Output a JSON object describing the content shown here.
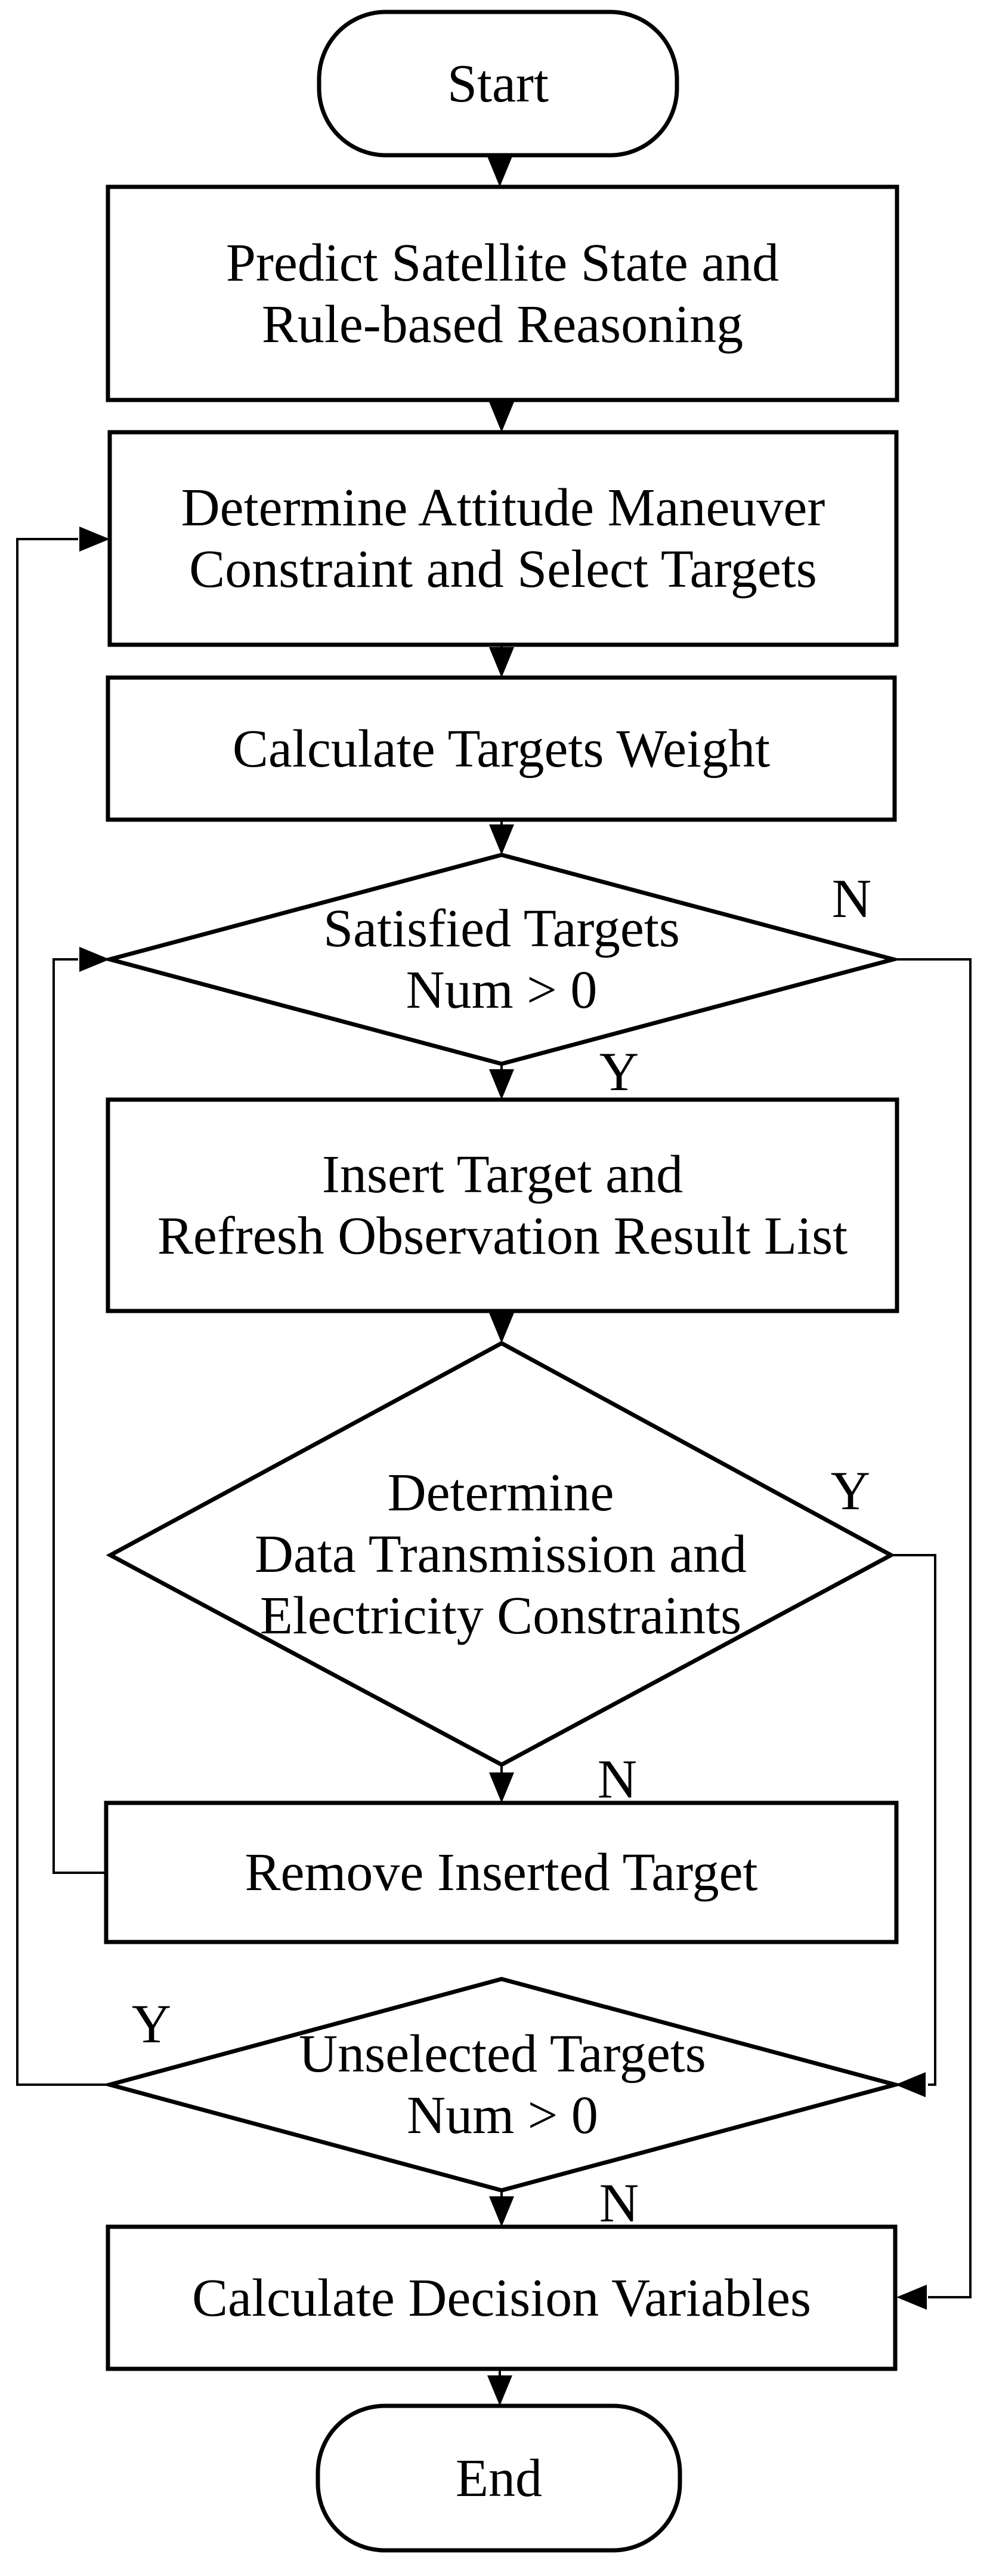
{
  "diagram": {
    "title": "Satellite mission planning flowchart",
    "background_color": "#ffffff",
    "stroke_color": "#000000",
    "nodes": {
      "start": {
        "type": "terminator",
        "label": "Start"
      },
      "predict": {
        "type": "process",
        "label": "Predict Satellite State and\nRule-based Reasoning"
      },
      "determine_attitude": {
        "type": "process",
        "label": "Determine Attitude Maneuver\nConstraint and Select Targets"
      },
      "calc_weight": {
        "type": "process",
        "label": "Calculate Targets Weight"
      },
      "satisfied": {
        "type": "decision",
        "label": "Satisfied Targets\nNum > 0"
      },
      "insert": {
        "type": "process",
        "label": "Insert Target and\nRefresh Observation Result List"
      },
      "constraints": {
        "type": "decision",
        "label": "Determine\nData Transmission and\nElectricity Constraints"
      },
      "remove": {
        "type": "process",
        "label": "Remove Inserted Target"
      },
      "unselected": {
        "type": "decision",
        "label": "Unselected Targets\nNum > 0"
      },
      "calc_decision": {
        "type": "process",
        "label": "Calculate Decision Variables"
      },
      "end": {
        "type": "terminator",
        "label": "End"
      }
    },
    "edge_labels": {
      "satisfied_no": "N",
      "satisfied_yes": "Y",
      "constraints_yes": "Y",
      "constraints_no": "N",
      "unselected_yes": "Y",
      "unselected_no": "N"
    }
  }
}
